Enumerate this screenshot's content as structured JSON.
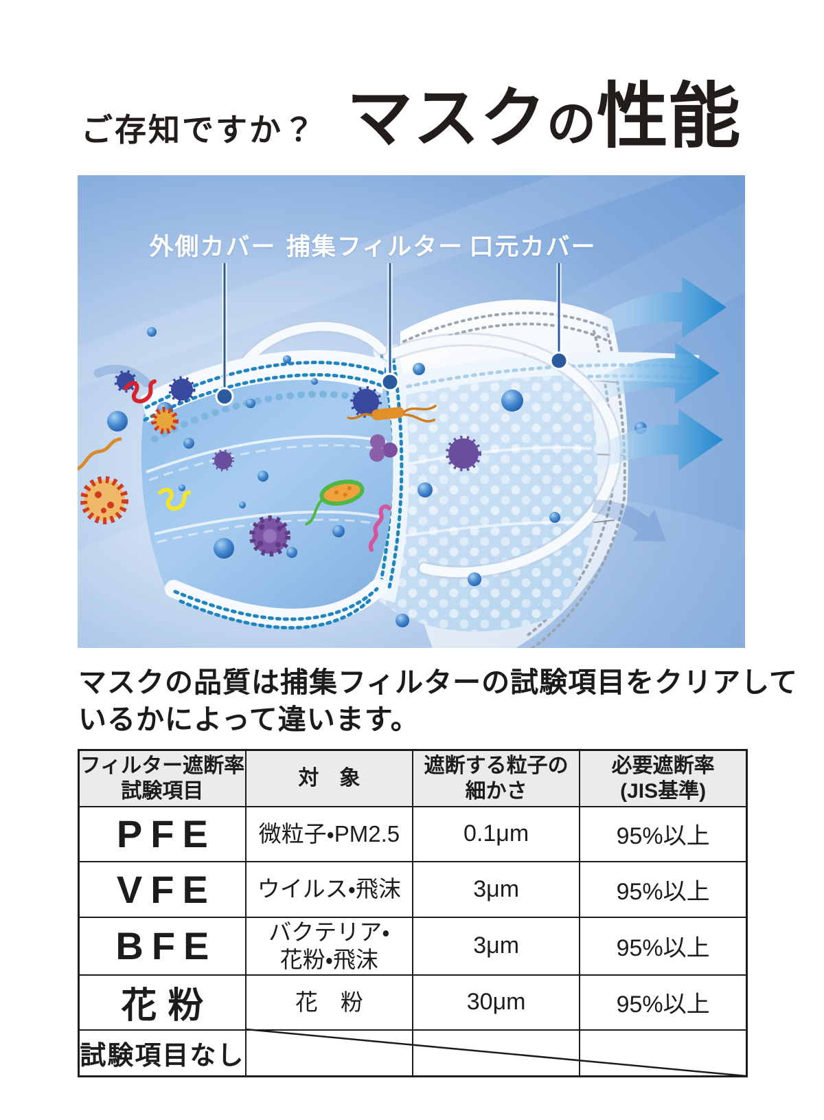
{
  "title": {
    "prefix": "ご存知ですか？",
    "main_1": "マスク",
    "main_2": "の",
    "main_3": "性能"
  },
  "illustration": {
    "labels": [
      "外側カバー",
      "捕集フィルター",
      "口元カバー"
    ]
  },
  "description": {
    "line1": "マスクの品質は捕集フィルターの試験項目をクリアして",
    "line2": "いるかによって違います。"
  },
  "table": {
    "headers": {
      "col1": [
        "フィルター遮断率",
        "試験項目"
      ],
      "col2": "対　象",
      "col3": [
        "遮断する粒子の",
        "細かさ"
      ],
      "col4": [
        "必要遮断率",
        "(JIS基準)"
      ]
    },
    "rows": [
      {
        "item": "PFE",
        "target": "微粒子・PM2.5",
        "size": "0.1μm",
        "rate": "95%以上"
      },
      {
        "item": "VFE",
        "target": "ウイルス・飛沫",
        "size": "3μm",
        "rate": "95%以上"
      },
      {
        "item": "BFE",
        "target": "バクテリア・",
        "target2": "花粉・飛沫",
        "size": "3μm",
        "rate": "95%以上"
      },
      {
        "item": "花粉",
        "target": "花　粉",
        "size": "30μm",
        "rate": "95%以上"
      }
    ],
    "no_test_label": "試験項目なし"
  },
  "colors": {
    "accent_blue": "#2287cd",
    "callout_navy": "#2b5b9e",
    "table_border": "#1c1c1c",
    "header_bg": "#ebebeb",
    "sky_blue": "#7fa9dc"
  }
}
